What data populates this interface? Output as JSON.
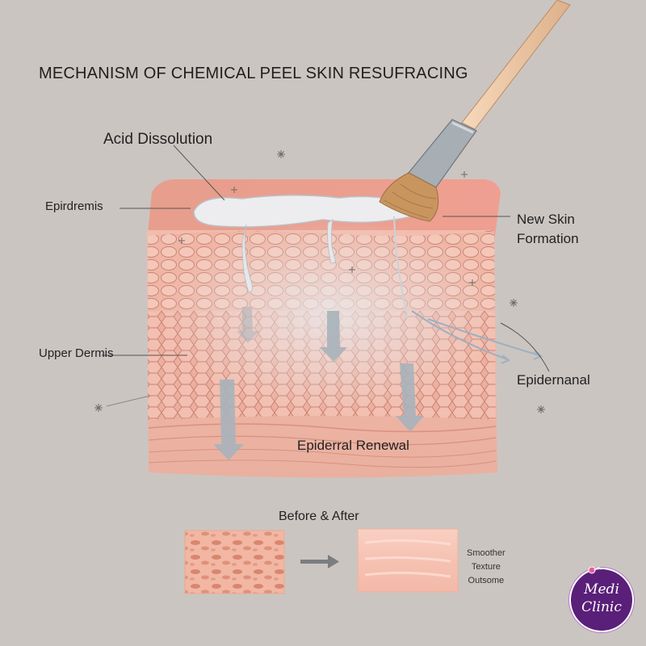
{
  "title": "MECHANISM OF CHEMICAL PEEL SKIN RESUFRACING",
  "labels": {
    "acid_dissolution": "Acid Dissolution",
    "epidermis": "Epirdremis",
    "new_skin": "New Skin\nFormation",
    "upper_dermis": "Upper Dermis",
    "epidermanal": "Epidernanal",
    "epidermal_renewal": "Epiderral Renewal"
  },
  "before_after": {
    "title": "Before & After",
    "outcome": "Smoother\nTexture\nOutsome"
  },
  "logo": {
    "line1": "Medi",
    "line2": "Clinic"
  },
  "colors": {
    "background": "#cbc5c1",
    "skin_top": "#e9a593",
    "skin_side": "#efb5a3",
    "cells": "#f1b9a9",
    "cell_lines": "#c97f74",
    "gel": "#e8eef2",
    "arrow": "#9aa7b1",
    "brush_handle": "#efcaa6",
    "brush_ferrule": "#9aa0a6",
    "brush_bristles": "#c4925e",
    "logo": "#5a1f78"
  }
}
